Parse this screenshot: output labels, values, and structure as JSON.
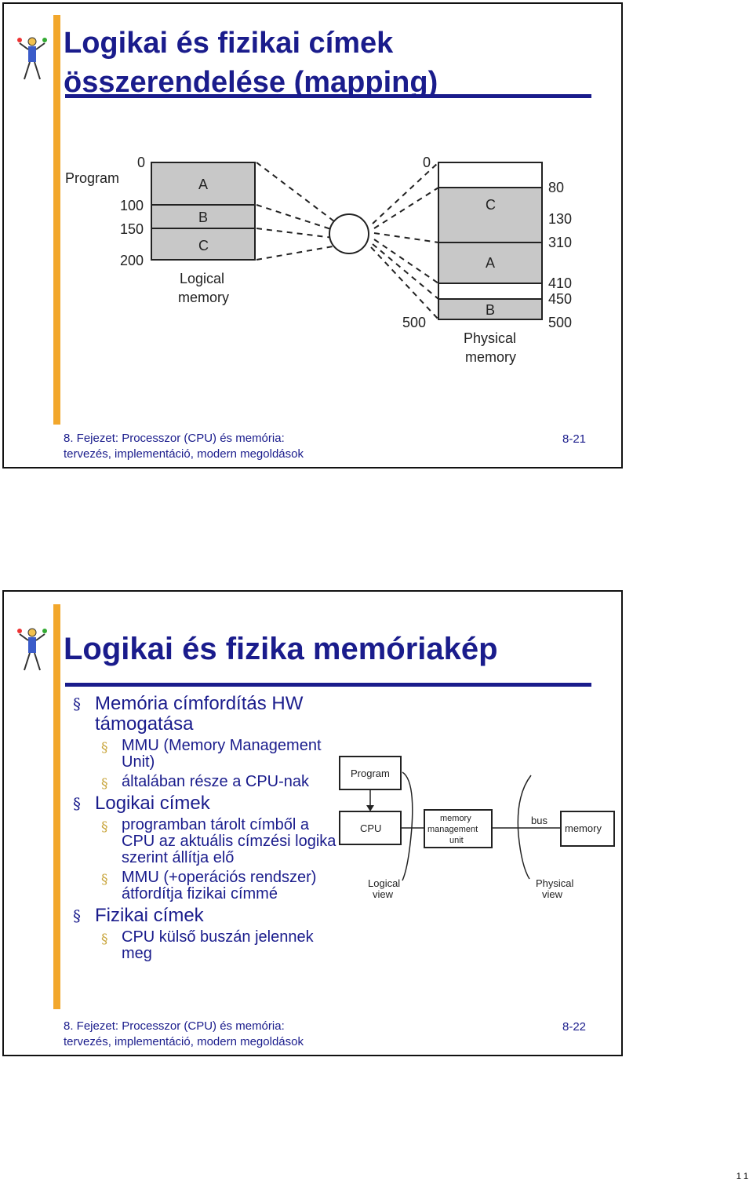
{
  "slide1": {
    "title_line1": "Logikai és fizikai címek",
    "title_line2": "összerendelése (mapping)",
    "diagram": {
      "program_label": "Program",
      "logical_addresses": [
        "0",
        "100",
        "150",
        "200"
      ],
      "logical_segments": [
        "A",
        "B",
        "C"
      ],
      "logical_caption_1": "Logical",
      "logical_caption_2": "memory",
      "physical_addresses_left": [
        "0",
        "500"
      ],
      "physical_addresses_right": [
        "80",
        "130",
        "310",
        "410",
        "450",
        "500"
      ],
      "physical_segments": [
        "C",
        "A",
        "B"
      ],
      "physical_caption_1": "Physical",
      "physical_caption_2": "memory"
    },
    "footer_line1": "8. Fejezet: Processzor (CPU) és memória:",
    "footer_line2": "tervezés, implementáció, modern megoldások",
    "page_number": "8-21"
  },
  "slide2": {
    "title": "Logikai és fizika memóriakép",
    "bullets": [
      {
        "text": "Memória címfordítás HW támogatása",
        "sub": [
          "MMU (Memory Management Unit)",
          "általában része a CPU-nak"
        ]
      },
      {
        "text": "Logikai címek",
        "sub": [
          "programban tárolt címből a CPU az aktuális címzési logika szerint állítja elő",
          "MMU (+operációs rendszer) átfordítja fizikai címmé"
        ]
      },
      {
        "text": "Fizikai címek",
        "sub": [
          "CPU külső buszán jelennek meg"
        ]
      }
    ],
    "diagram": {
      "program": "Program",
      "cpu": "CPU",
      "mmu_1": "memory",
      "mmu_2": "management",
      "mmu_3": "unit",
      "bus": "bus",
      "memory": "memory",
      "logical_1": "Logical",
      "logical_2": "view",
      "physical_1": "Physical",
      "physical_2": "view"
    },
    "footer_line1": "8. Fejezet: Processzor (CPU) és memória:",
    "footer_line2": "tervezés, implementáció, modern megoldások",
    "page_number": "8-22"
  },
  "page_mark": "1 1",
  "colors": {
    "title": "#1a1c8c",
    "accent_bar": "#f2a72c",
    "segment_fill": "#c8c8c8"
  }
}
